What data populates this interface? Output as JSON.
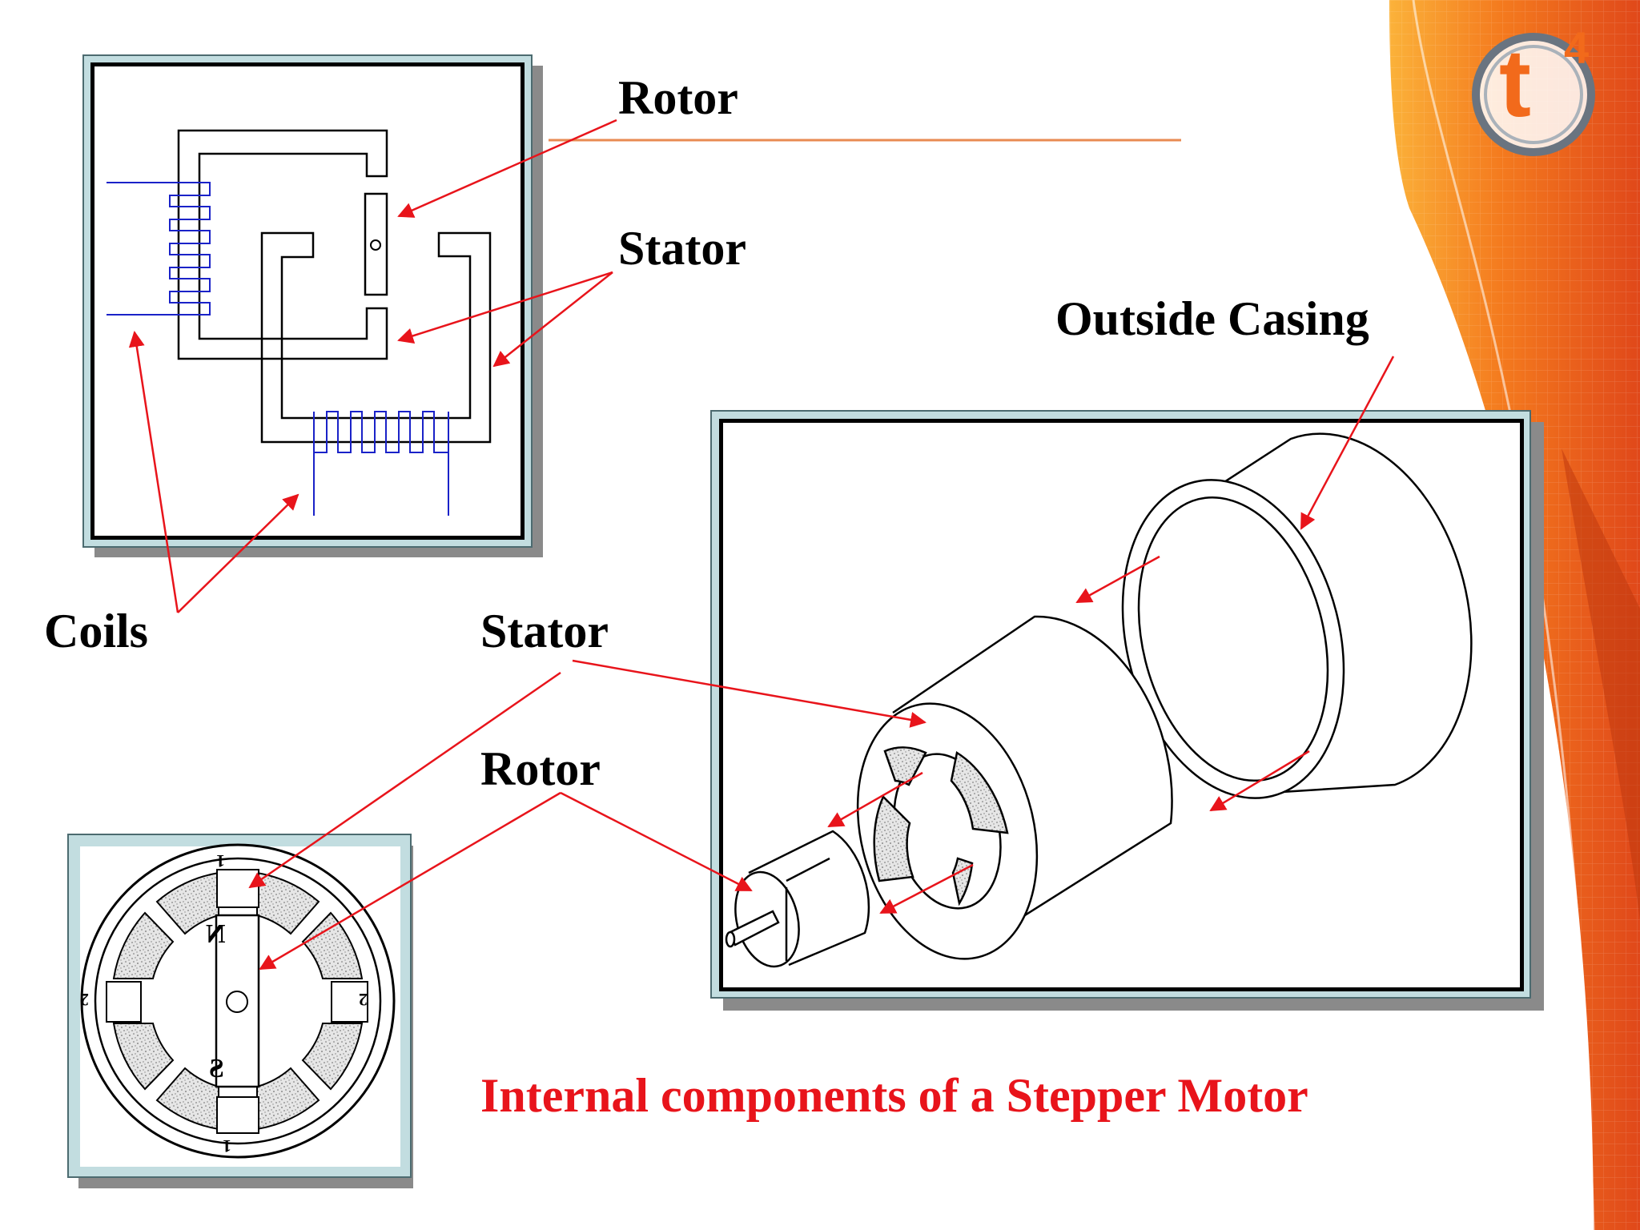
{
  "labels": {
    "rotor_top": "Rotor",
    "stator_top": "Stator",
    "outside_casing": "Outside Casing",
    "coils": "Coils",
    "stator_mid": "Stator",
    "rotor_mid": "Rotor"
  },
  "caption": "Internal components of a Stepper Motor",
  "logo": {
    "letter": "t",
    "superscript": "4"
  },
  "end_view_marks": {
    "north": "N",
    "south": "S",
    "pole_top": "1",
    "pole_bottom": "1",
    "pole_right": "2",
    "pole_left": "2"
  },
  "colors": {
    "arrow": "#e8141b",
    "coil": "#1a22c8",
    "caption": "#e8141b",
    "panel_frame": "#c2dde0",
    "accent_orange": "#f26a1b"
  }
}
